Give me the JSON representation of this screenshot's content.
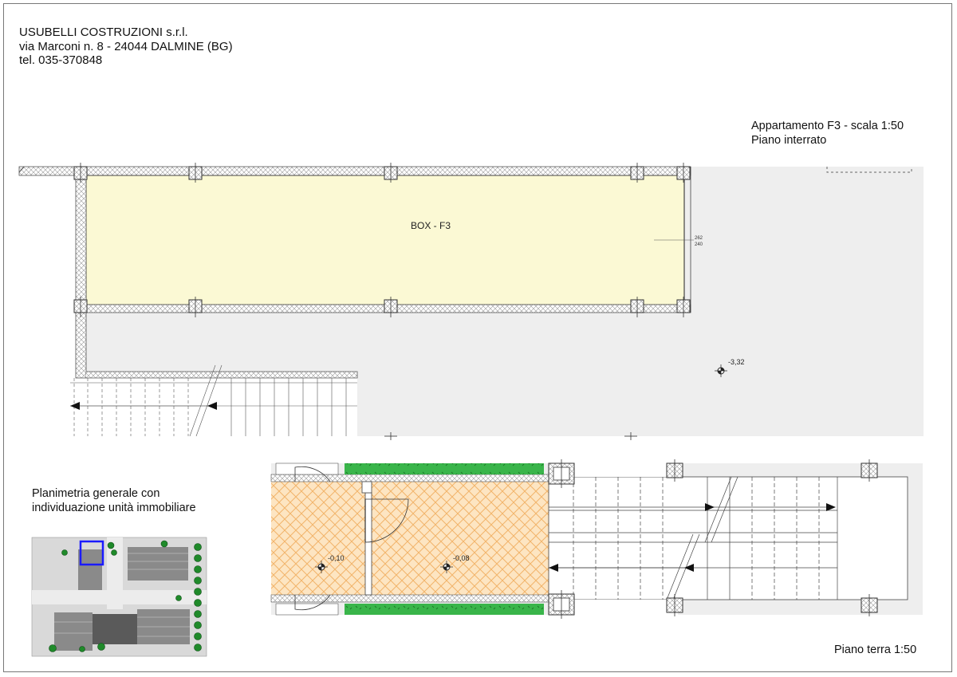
{
  "header": {
    "company_name": "USUBELLI COSTRUZIONI s.r.l.",
    "company_address": "via Marconi n. 8 - 24044 DALMINE (BG)",
    "company_phone": "tel. 035-370848"
  },
  "title_block": {
    "title": "Appartamento F3 - scala 1:50",
    "subtitle": "Piano interrato"
  },
  "basement_plan": {
    "room_label": "BOX - F3",
    "height_top": "262",
    "height_bottom": "240",
    "level_mark": "-3,32"
  },
  "site_plan": {
    "label_line1": "Planimetria generale con",
    "label_line2": "individuazione unità immobiliare"
  },
  "ground_plan": {
    "level_mark_left": "-0,10",
    "level_mark_right": "-0,08",
    "caption": "Piano terra 1:50"
  },
  "colors": {
    "box_fill": "#fbf9d4",
    "hatch_orange": "#f2b46a",
    "floor_orange": "#fde5c2",
    "floor_gray": "#eeeeee",
    "green_strip": "#3cb043",
    "highlight_blue": "#1a1aff"
  }
}
